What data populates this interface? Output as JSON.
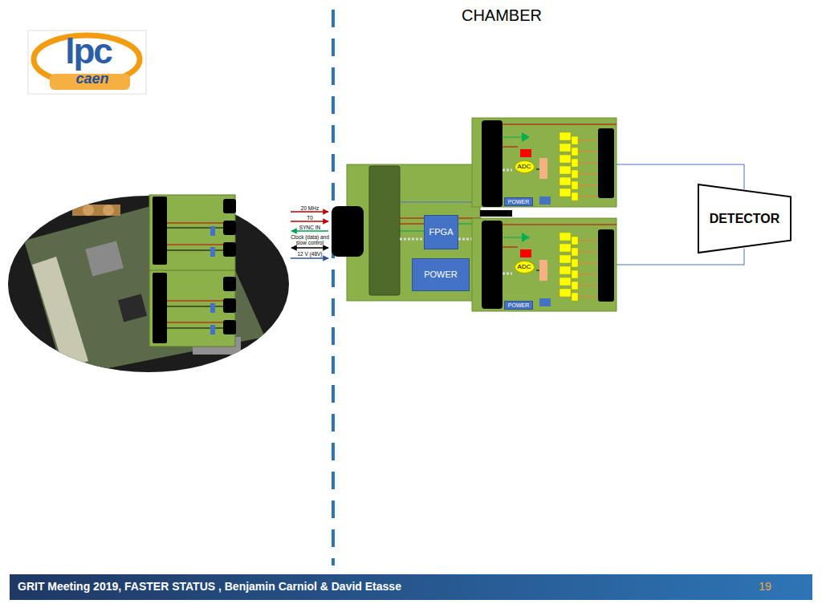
{
  "diagram": {
    "nodes": [
      {
        "text": [
          "FPGA"
        ]
      },
      {
        "text": [
          "POWER"
        ]
      },
      {
        "text": [
          "ADC"
        ]
      },
      {
        "text": [
          "POWER"
        ]
      },
      {
        "text": [
          "ADC"
        ]
      },
      {
        "text": [
          "POWER"
        ]
      },
      {
        "text": [
          "DETECTOR"
        ]
      }
    ],
    "labels": [
      "CHAMBER",
      "lpc",
      "caen",
      "20 MHz",
      "T0",
      "SYNC IN",
      "Clock (data) and slow control",
      "12 V (48V)",
      "GRIT Meeting 2019, FASTER STATUS , Benjamin Carniol & David Etasse",
      "19"
    ]
  }
}
